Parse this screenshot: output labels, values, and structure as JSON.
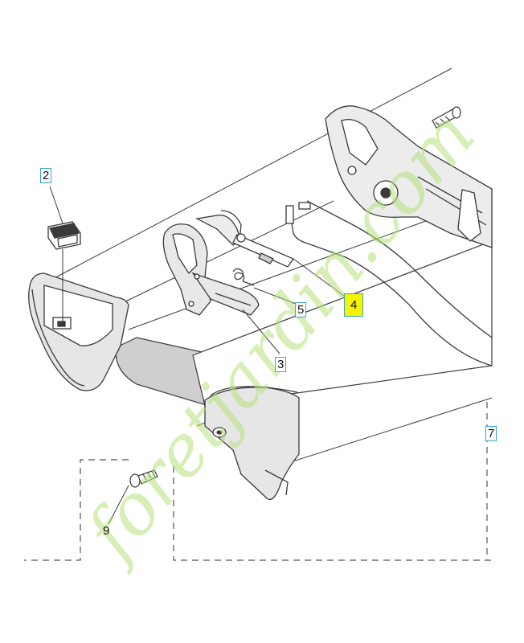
{
  "callouts": {
    "c2": "2",
    "c3": "3",
    "c4": "4",
    "c5": "5",
    "c7": "7",
    "c9": "9"
  },
  "watermark": "foretjardin.com",
  "colors": {
    "line": "#3a3a3a",
    "shade": "#cfcfcf",
    "watermark": "#b7e07a",
    "watermark_o": "#f4b04a",
    "highlight": "#f4f400",
    "callout_border": "#3aa6c9"
  }
}
